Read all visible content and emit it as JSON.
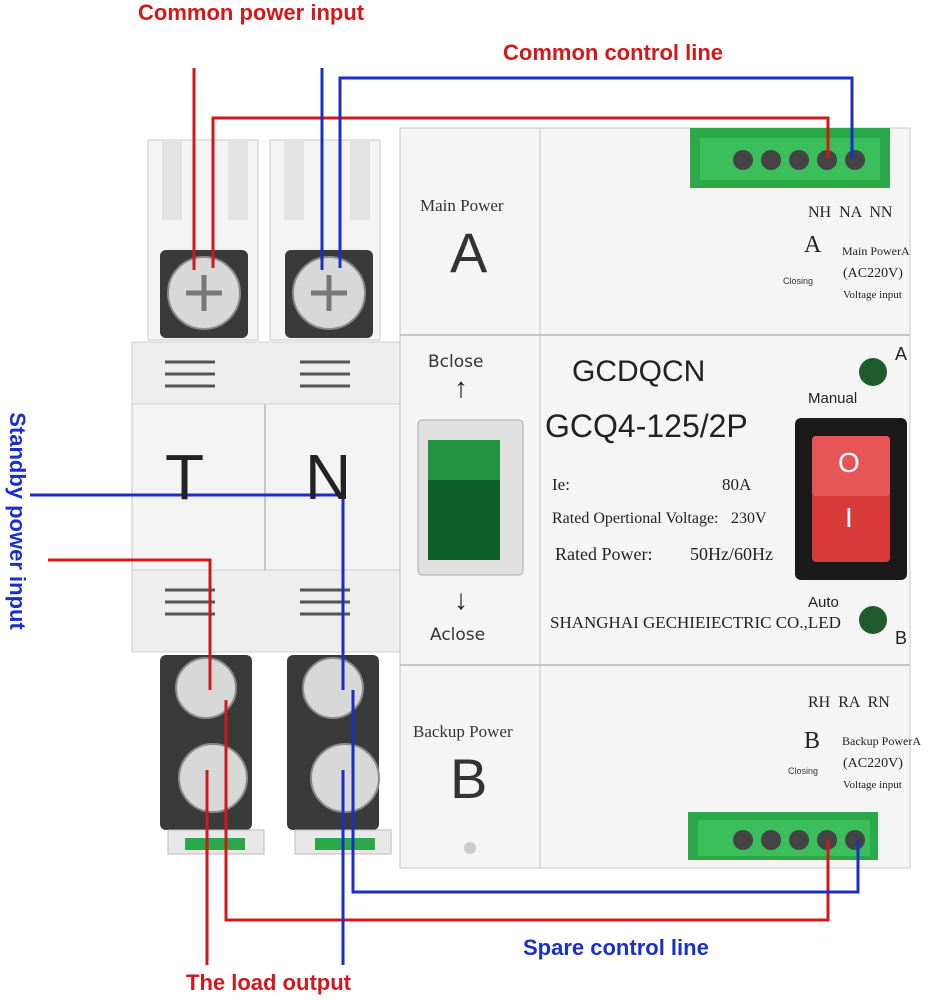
{
  "annotations": {
    "common_power_input": "Common power input",
    "common_control_line": "Common control line",
    "standby_power_input": "Standby power input",
    "load_output": "The load output",
    "spare_control_line": "Spare control line"
  },
  "breaker": {
    "pole_left": "T",
    "pole_right": "N"
  },
  "switch_module": {
    "main_power_label": "Main Power",
    "main_power_letter": "A",
    "backup_power_label": "Backup Power",
    "backup_power_letter": "B",
    "bclose": "Bclose",
    "aclose": "Aclose",
    "arrow_up": "↑",
    "arrow_down": "↓"
  },
  "nameplate": {
    "brand": "GCDQCN",
    "model": "GCQ4-125/2P",
    "ie_label": "Ie:",
    "ie_value": "80A",
    "voltage_label": "Rated Opertional Voltage:",
    "voltage_value": "230V",
    "power_label": "Rated Power:",
    "power_value": "50Hz/60Hz",
    "manufacturer": "SHANGHAI GECHIEIECTRIC CO.,LED"
  },
  "top_terminal": {
    "pins": "NH  NA  NN",
    "letter": "A",
    "closing": "Closing",
    "line1": "Main PowerA",
    "line2": "(AC220V)",
    "line3": "Voltage input"
  },
  "bottom_terminal": {
    "pins": "RH  RA  RN",
    "letter": "B",
    "closing": "Closing",
    "line1": "Backup PowerA",
    "line2": "(AC220V)",
    "line3": "Voltage input"
  },
  "controls": {
    "manual": "Manual",
    "auto": "Auto",
    "led_a": "A",
    "led_b": "B",
    "rocker_on": "O",
    "rocker_off": "I"
  },
  "colors": {
    "red_wire": "#d0191a",
    "blue_wire": "#1a2fc9",
    "green_block": "#2aa84a",
    "rocker_red": "#d93a3a",
    "body": "#f2f2f2"
  }
}
